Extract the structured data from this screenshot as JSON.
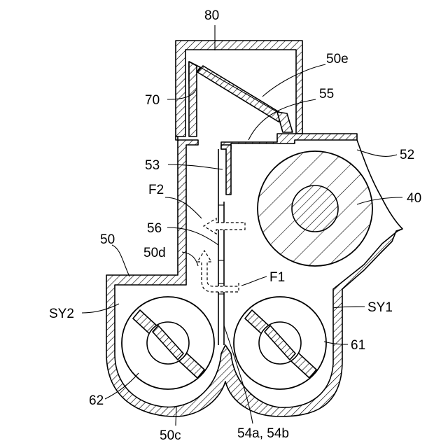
{
  "labels": {
    "l80": "80",
    "l50e": "50e",
    "l70": "70",
    "l55": "55",
    "l53": "53",
    "l52": "52",
    "lF2": "F2",
    "l40": "40",
    "l56": "56",
    "l50": "50",
    "l50d": "50d",
    "lF1": "F1",
    "lSY2": "SY2",
    "lSY1": "SY1",
    "l61": "61",
    "l62": "62",
    "l50c": "50c",
    "l54": "54a, 54b"
  }
}
